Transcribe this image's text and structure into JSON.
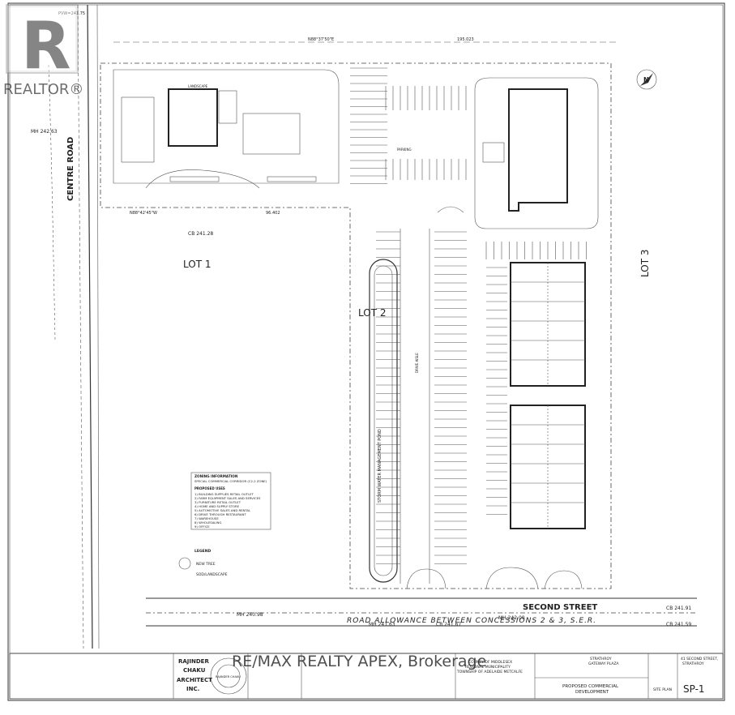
{
  "watermark": {
    "logo_text": "R",
    "brand": "REALTOR®",
    "brokerage": "RE/MAX REALTY APEX, Brokerage"
  },
  "roads": {
    "centre_road": "CENTRE ROAD",
    "second_street": "SECOND STREET",
    "road_allowance": "ROAD ALLOWANCE BETWEEN CONCESSIONS 2 & 3, S.E.R."
  },
  "lots": {
    "lot1": "LOT 1",
    "lot2": "LOT 2",
    "lot3": "LOT 3"
  },
  "elevations": {
    "top_left": "PVW=241.75",
    "mh_left": "MH 242.63",
    "cb_mid": "CB 241.28",
    "mh_bottom_left": "MH 240.98",
    "mh_bottom": "MH 241.63",
    "cb_bottom": "CB 241.67",
    "mh_bottom_right": "MH 242.00",
    "cb_right1": "CB 241.91",
    "cb_right2": "CB 241.59"
  },
  "bearings": {
    "north_line": "N88°37'50\"E",
    "north_dist": "195.023",
    "mid_line": "N88°42'45\"W",
    "mid_dist": "96.402"
  },
  "labels": {
    "storm_pond": "STORM WATER MANAGEMENT POND",
    "landscape": "LANDSCAPE",
    "parking": "PARKING",
    "drive_aisle": "DRIVE AISLE"
  },
  "zoning_box": {
    "title": "ZONING INFORMATION",
    "subtitle": "SPECIAL COMMERCIAL CORRIDOR (C2-2 ZONE)",
    "heading": "PROPOSED USES",
    "items": [
      "1) BUILDING SUPPLIES RETAIL OUTLET",
      "2) FARM EQUIPMENT SALES AND SERVICES",
      "3) FURNITURE RETAIL OUTLET",
      "4) HOME AND SUPPLY STORE",
      "5) AUTOMOTIVE SALES AND RENTAL",
      "6) DRIVE THROUGH RESTAURANT",
      "7) WAREHOUSE",
      "8) WHOLESALING",
      "9) OFFICE"
    ]
  },
  "legend": {
    "title": "LEGEND",
    "new_tree": "NEW TREE",
    "sod": "SOD/LANDSCAPE"
  },
  "title_block": {
    "architect_line1": "RAJINDER",
    "architect_line2": "CHAKU",
    "architect_line3": "ARCHITECT",
    "architect_line4": "INC.",
    "seal": "RAJINDER CHAKU",
    "county1": "COUNTY OF MIDDLESEX",
    "county2": "REGIONAL MUNICIPALITY",
    "county3": "TOWNSHIP OF ADELAIDE METCALFE",
    "project1": "STRATHROY",
    "project2": "GATEWAY PLAZA",
    "project_title1": "PROPOSED COMMERCIAL",
    "project_title2": "DEVELOPMENT",
    "address1": "41 SECOND STREET,",
    "address2": "STRATHROY",
    "sheet_name": "SITE PLAN",
    "sheet_no": "SP-1"
  }
}
